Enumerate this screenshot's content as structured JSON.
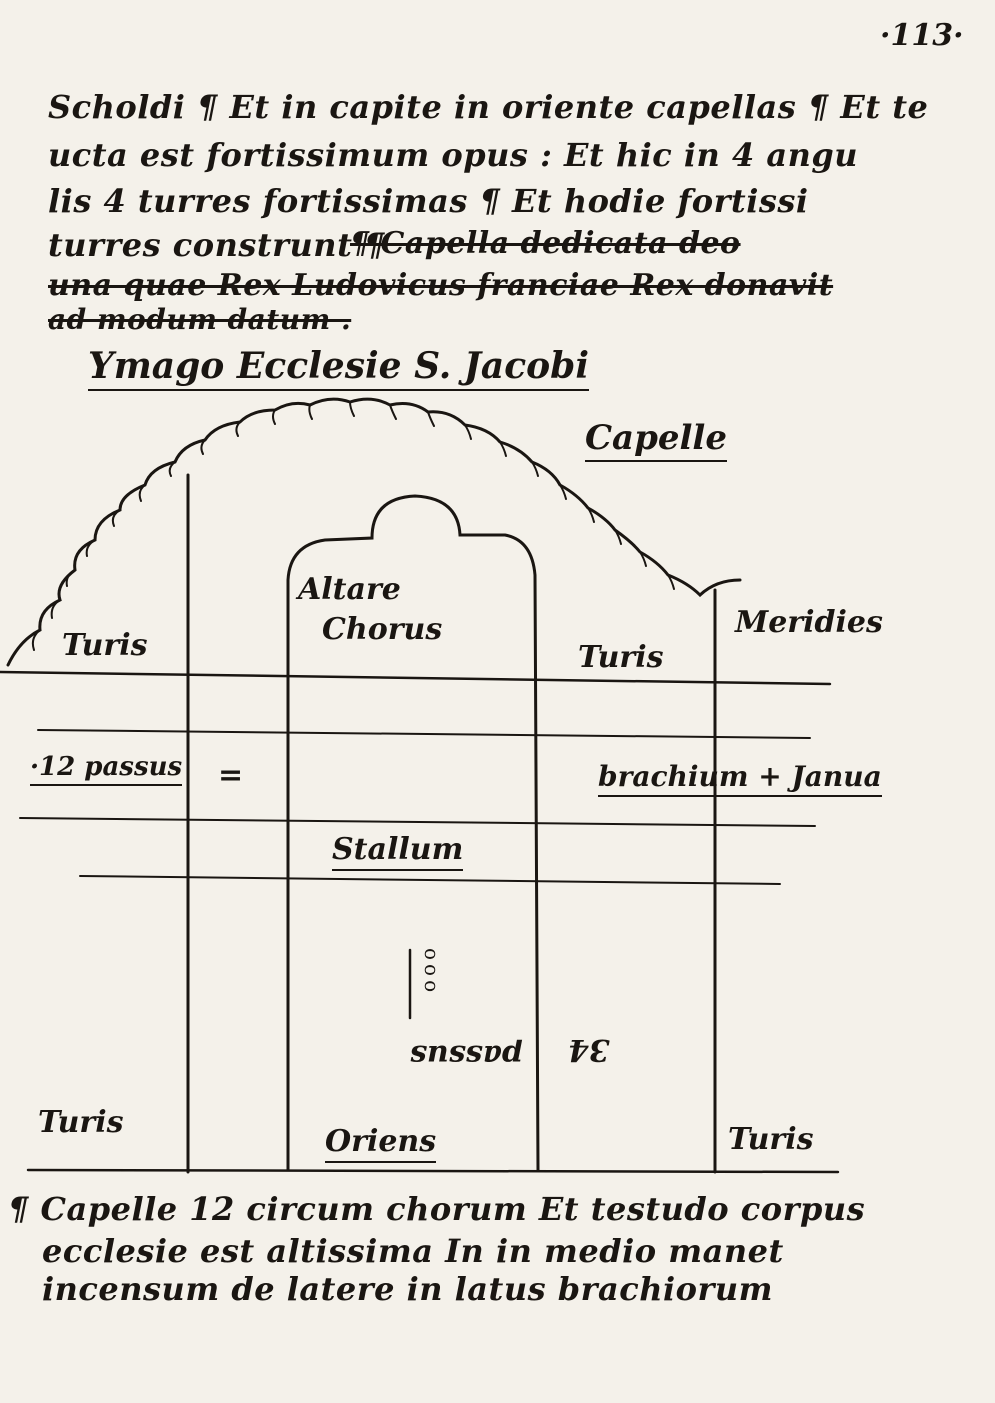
{
  "folio": "·113·",
  "top_text": [
    "Scholdi ¶ Et in capite in oriente capellas ¶ Et te",
    "ucta est fortissimum opus : Et hic in 4 angu",
    "lis 4 turres fortissimas ¶ Et hodie fortissi",
    "turres construnt ¶"
  ],
  "struck_text": [
    "¶ Capella dedicata deo",
    "una quae Rex Ludovicus franciae Rex donavit",
    "ad modum datum ."
  ],
  "diagram": {
    "title": "Ymago Ecclesie S. Jacobi",
    "labels": {
      "capelle": "Capelle",
      "altare_chorus_1": "Altare",
      "altare_chorus_2": "Chorus",
      "turris_top_left": "Turis",
      "turris_top_right": "Turis",
      "meridies": "Meridies",
      "passus": "·12 passus",
      "equals": "=",
      "brachium": "brachium + Janua",
      "stallum": "Stallum",
      "ooo": "ooo",
      "passus_inverted": "passus",
      "inverted_num": "34",
      "turris_bottom_left": "Turis",
      "oriens": "Oriens",
      "turris_bottom_right": "Turis"
    }
  },
  "bottom_text": [
    "¶ Capelle 12 circum chorum Et testudo corpus",
    "ecclesie est altissima In in medio manet",
    "incensum de latere in latus brachiorum"
  ]
}
